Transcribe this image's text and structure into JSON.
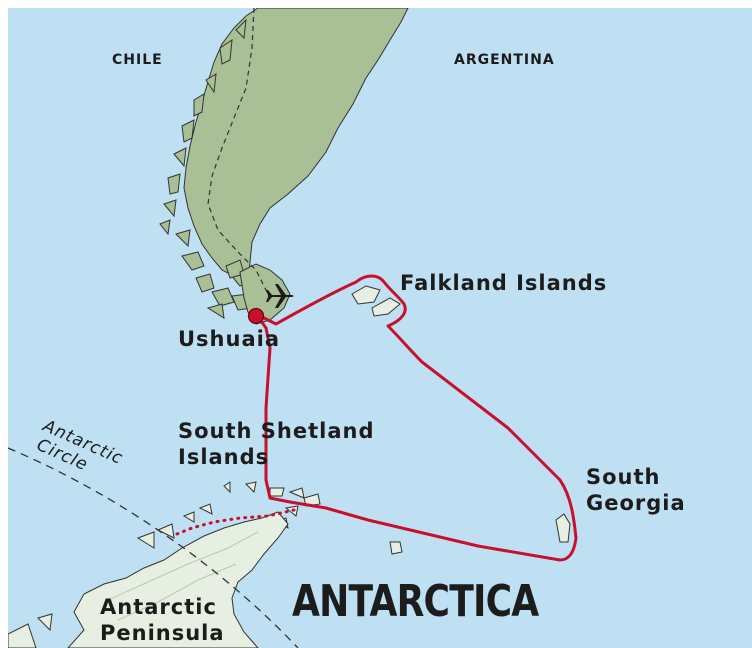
{
  "map": {
    "labels": {
      "chile": "CHILE",
      "argentina": "ARGENTINA",
      "ushuaia": "Ushuaia",
      "falklands": "Falkland Islands",
      "south_shetland_line1": "South Shetland",
      "south_shetland_line2": "Islands",
      "south_georgia_line1": "South",
      "south_georgia_line2": "Georgia",
      "antarctic_circle_line1": "Antarctic",
      "antarctic_circle_line2": "Circle",
      "antarctica": "ANTARCTICA",
      "antarctic_peninsula_line1": "Antarctic",
      "antarctic_peninsula_line2": "Peninsula"
    },
    "colors": {
      "ocean": "#bfe0f2",
      "land_south_america": "#a9bf95",
      "land_antarctica": "#e6efe1",
      "route": "#c8102e",
      "border": "#333333"
    },
    "icons": {
      "departure": "airplane-icon",
      "start_point": "location-dot-icon"
    }
  }
}
